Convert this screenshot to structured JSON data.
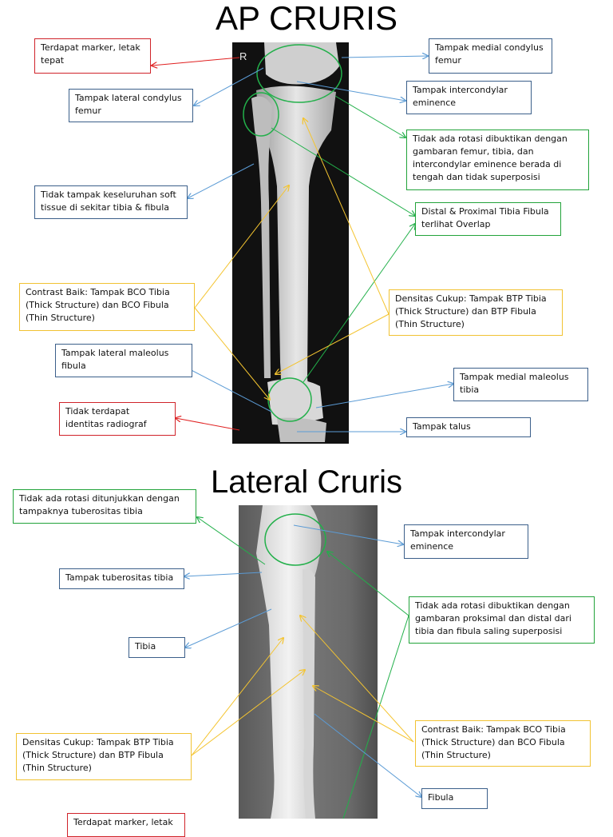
{
  "titles": {
    "ap": "AP CRURIS",
    "lateral": "Lateral Cruris"
  },
  "xray_marker": "R",
  "ap_labels": {
    "marker": "Terdapat marker, letak tepat",
    "medial_condylus": "Tampak medial condylus femur",
    "lateral_condylus": "Tampak lateral condylus femur",
    "intercondylar": "Tampak intercondylar eminence",
    "no_rotation": "Tidak ada rotasi dibuktikan dengan gambaran femur, tibia, dan intercondylar eminence berada di tengah dan tidak superposisi",
    "soft_tissue": "Tidak tampak keseluruhan soft tissue di sekitar tibia & fibula",
    "overlap": "Distal & Proximal Tibia Fibula terlihat Overlap",
    "contrast": "Contrast Baik: Tampak  BCO Tibia (Thick Structure) dan BCO Fibula (Thin Structure)",
    "density": "Densitas Cukup: Tampak  BTP Tibia (Thick Structure) dan BTP Fibula (Thin Structure)",
    "lateral_maleolus": "Tampak  lateral maleolus fibula",
    "medial_maleolus": "Tampak  medial maleolus tibia",
    "no_identity": "Tidak terdapat identitas radiograf",
    "talus": "Tampak  talus"
  },
  "lat_labels": {
    "no_rotation_tuber": "Tidak ada rotasi ditunjukkan dengan tampaknya tuberositas tibia",
    "intercondylar": "Tampak intercondylar eminence",
    "tuberositas": "Tampak tuberositas tibia",
    "no_rotation_superposisi": "Tidak ada rotasi dibuktikan dengan gambaran proksimal dan distal dari tibia dan fibula saling superposisi",
    "tibia": "Tibia",
    "density": "Densitas Cukup: Tampak  BTP Tibia (Thick Structure) dan BTP Fibula (Thin Structure)",
    "contrast": "Contrast Baik: Tampak  BCO Tibia (Thick Structure) dan BCO Fibula (Thin Structure)",
    "fibula": "Fibula",
    "cut_off": "Terdapat marker, letak"
  },
  "colors": {
    "blue": "#5b9bd5",
    "red": "#e02020",
    "green": "#22b04a",
    "yellow": "#f4c430"
  }
}
